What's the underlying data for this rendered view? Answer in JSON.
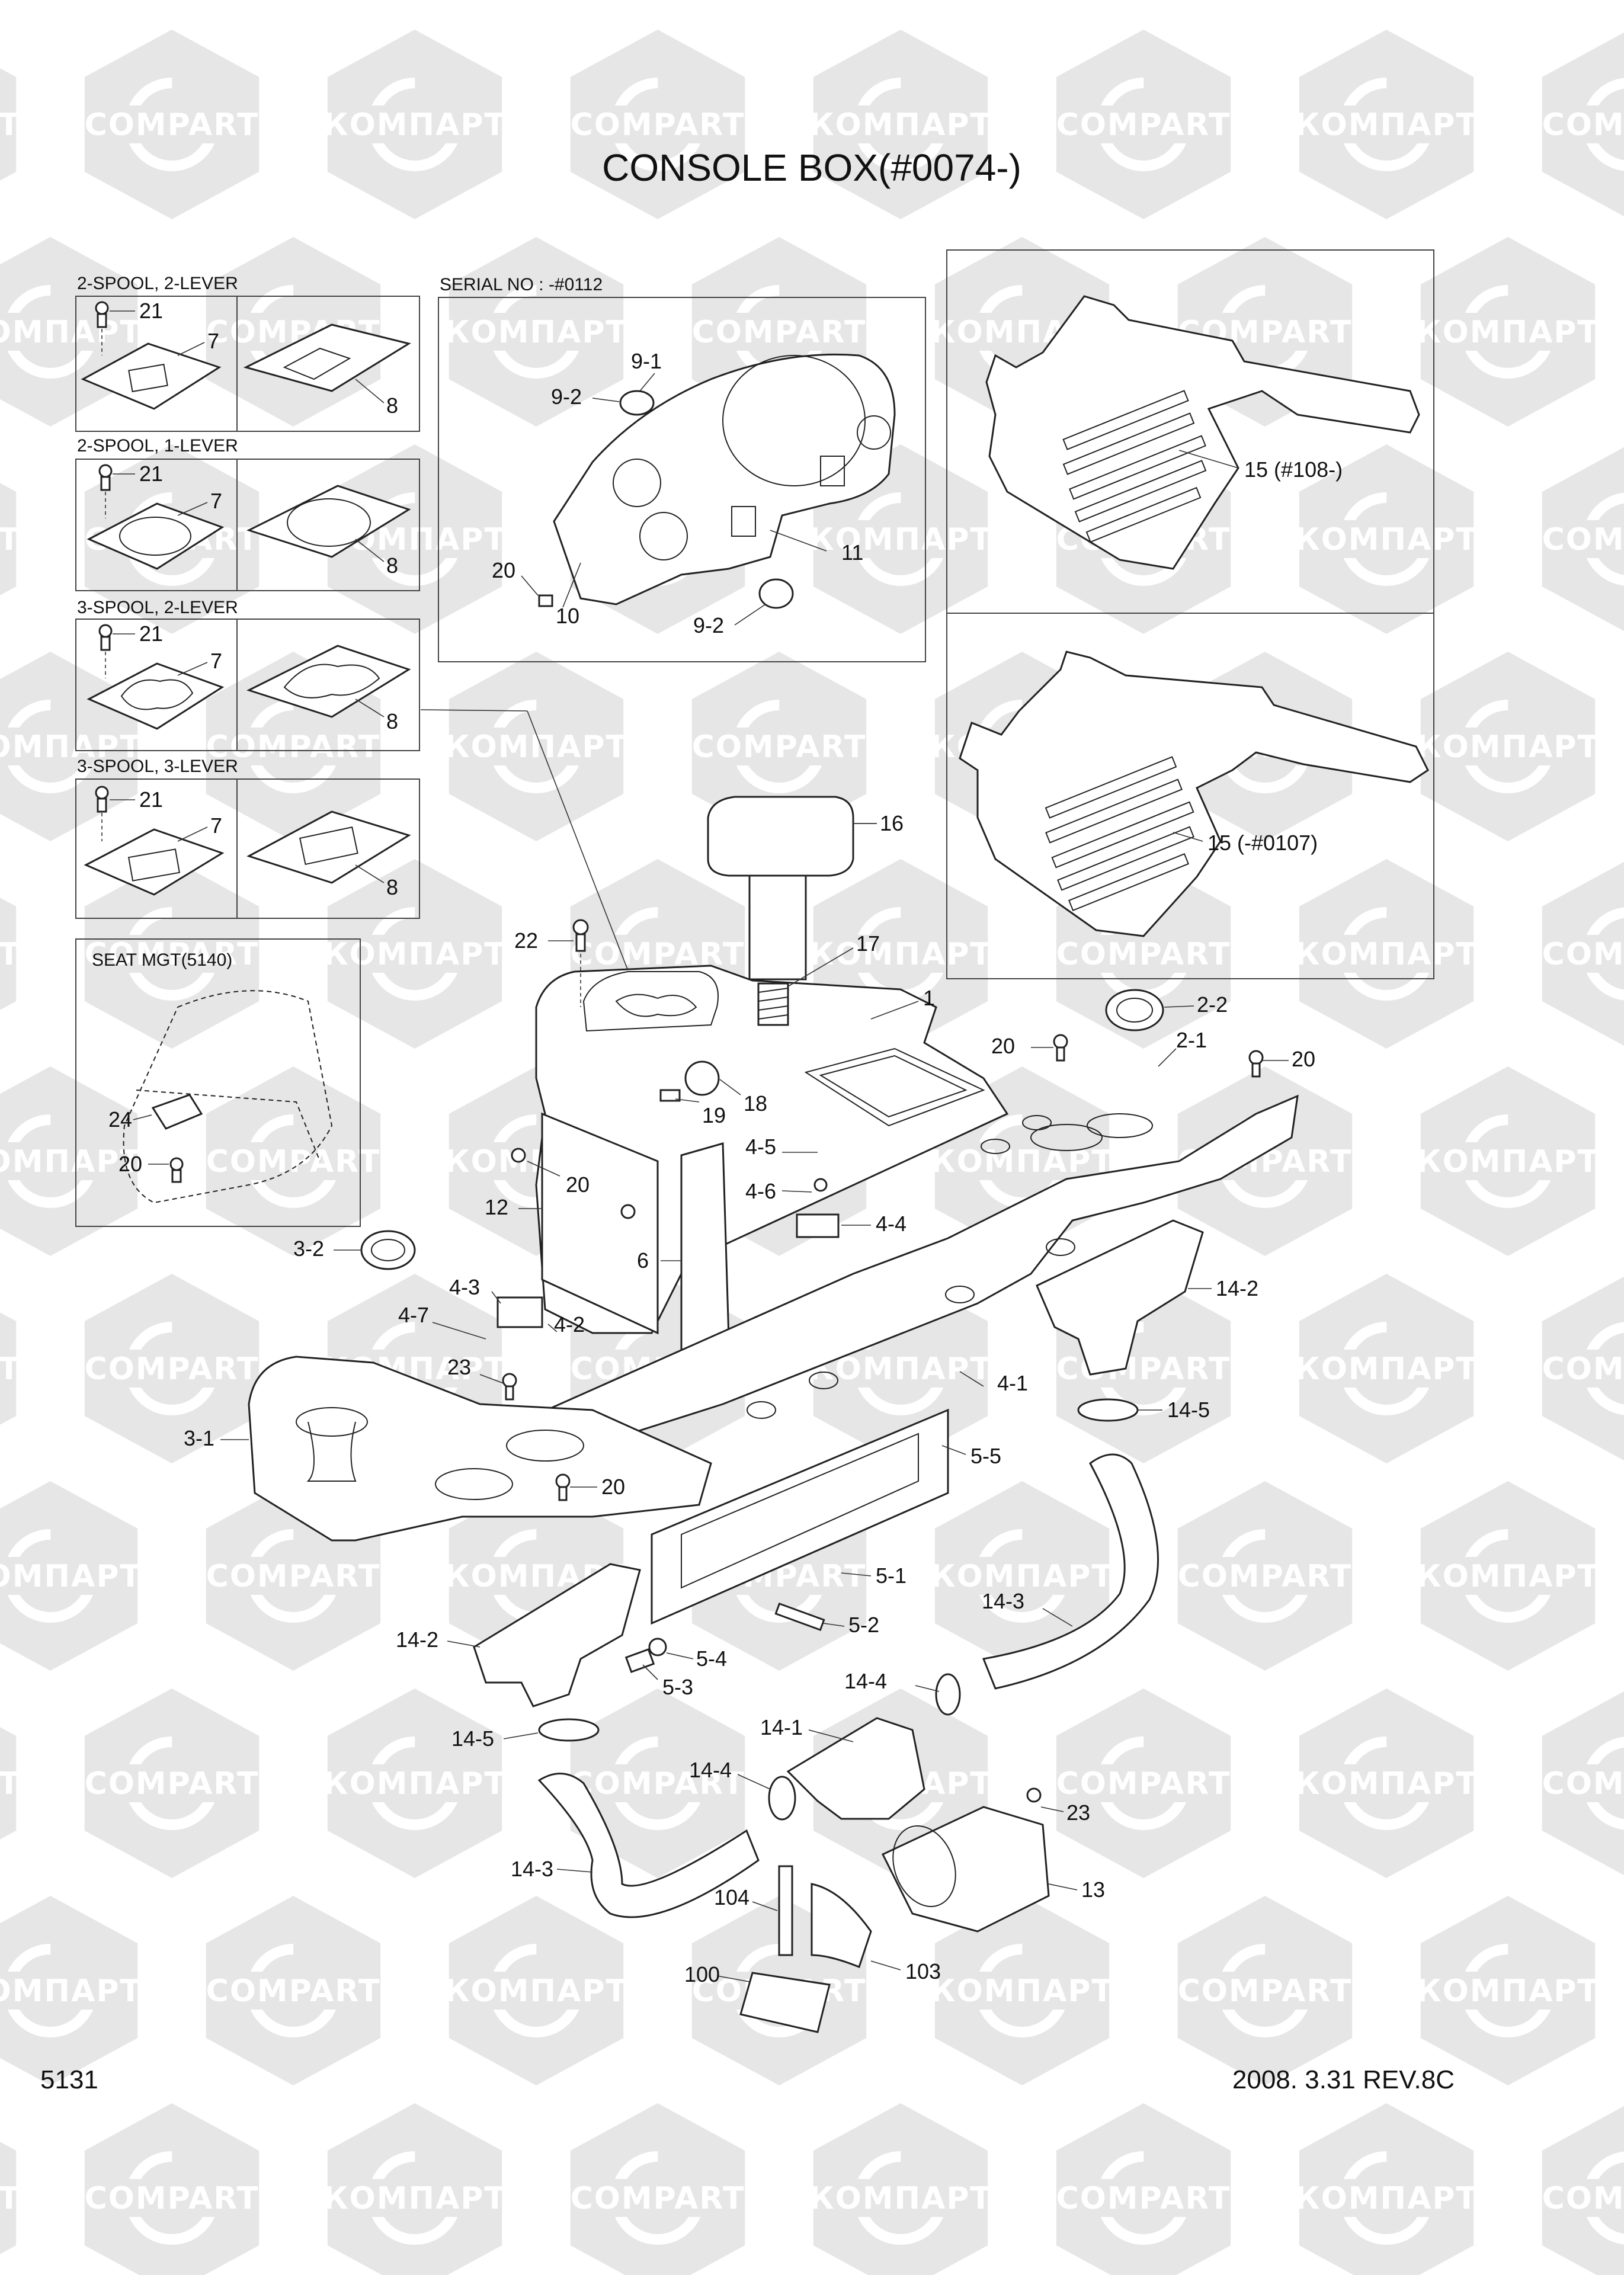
{
  "title": "CONSOLE BOX(#0074-)",
  "page_number": "5131",
  "revision": "2008. 3.31  REV.8C",
  "watermark": {
    "text_latin": "COMPART",
    "text_cyrillic": "КОМПАРТ",
    "color": "#e6e6e6"
  },
  "insets": {
    "spool_2_2": {
      "title": "2-SPOOL, 2-LEVER",
      "labels": [
        "21",
        "7",
        "8"
      ]
    },
    "spool_2_1": {
      "title": "2-SPOOL, 1-LEVER",
      "labels": [
        "21",
        "7",
        "8"
      ]
    },
    "spool_3_2": {
      "title": "3-SPOOL, 2-LEVER",
      "labels": [
        "21",
        "7",
        "8"
      ]
    },
    "spool_3_3": {
      "title": "3-SPOOL, 3-LEVER",
      "labels": [
        "21",
        "7",
        "8"
      ]
    },
    "serial": {
      "title": "SERIAL NO : -#0112",
      "labels": [
        "9-1",
        "9-2",
        "11",
        "20",
        "10",
        "9-2"
      ]
    },
    "floor_top": {
      "label": "15 (#108-)"
    },
    "floor_bottom": {
      "label": "15 (-#0107)"
    },
    "seat": {
      "title": "SEAT MGT(5140)",
      "labels": [
        "24",
        "20"
      ]
    }
  },
  "main_labels": [
    "16",
    "17",
    "1",
    "22",
    "2-2",
    "20",
    "2-1",
    "20",
    "19",
    "18",
    "4-5",
    "20",
    "4-6",
    "4-4",
    "12",
    "3-2",
    "6",
    "14-2",
    "4-3",
    "4-7",
    "4-2",
    "23",
    "4-1",
    "3-1",
    "14-5",
    "5-5",
    "20",
    "5-1",
    "14-3",
    "5-2",
    "14-2",
    "5-4",
    "5-3",
    "14-4",
    "14-5",
    "14-1",
    "14-4",
    "23",
    "14-3",
    "13",
    "104",
    "103",
    "100"
  ]
}
